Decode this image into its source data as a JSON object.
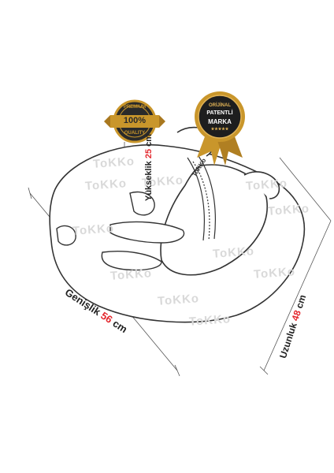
{
  "dimensions": {
    "height": {
      "label": "Yükseklik",
      "value": "25",
      "unit": "cm"
    },
    "width": {
      "label": "Genişlik",
      "value": "56",
      "unit": "cm"
    },
    "length": {
      "label": "Uzunluk",
      "value": "48",
      "unit": "cm"
    }
  },
  "brand": {
    "watermark": "ToKKo",
    "tag": "ToKKo"
  },
  "badges": {
    "premium": {
      "top": "PREMIUM",
      "center": "100%",
      "bottom": "QUALITY"
    },
    "original": {
      "line1": "ORİJİNAL",
      "line2": "PATENTLİ",
      "line3": "MARKA",
      "stars": "★★★★★"
    }
  },
  "colors": {
    "accent": "#e3272d",
    "gold": "#c9962b",
    "outline": "#333333",
    "watermark": "#d9d9d9"
  }
}
